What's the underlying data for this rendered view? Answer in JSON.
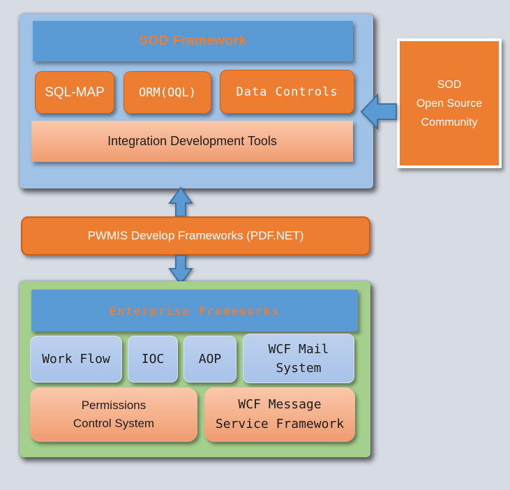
{
  "diagram": {
    "sod_panel": {
      "title": "SOD Framework",
      "modules": [
        "SQL-MAP",
        "ORM(OQL)",
        "Data Controls"
      ],
      "tools": "Integration Development Tools"
    },
    "community": {
      "text": "SOD\nOpen Source\nCommunity"
    },
    "pwmis": {
      "label": "PWMIS Develop Frameworks (PDF.NET)"
    },
    "enterprise_panel": {
      "title": "Enterprise Frameworks",
      "modules": [
        "Work Flow",
        "IOC",
        "AOP",
        "WCF Mail\nSystem"
      ],
      "services": [
        "Permissions\nControl System",
        "WCF Message\nService Framework"
      ]
    }
  },
  "colors": {
    "background": "#d6dbe4",
    "panel_blue": "#9fc2e6",
    "panel_green": "#a5cf8d",
    "header_blue": "#5b9bd5",
    "accent_orange": "#ed7d31",
    "orange_border": "#c9601a",
    "peach_light": "#fac8ab",
    "peach_dark": "#f09c70",
    "module_blue": "#a8c2e8",
    "arrow_fill": "#5b9bd5",
    "arrow_stroke": "#41719c",
    "title_text": "#ed7d31",
    "light_text": "#ffffff",
    "dark_text": "#1c1c1c"
  }
}
